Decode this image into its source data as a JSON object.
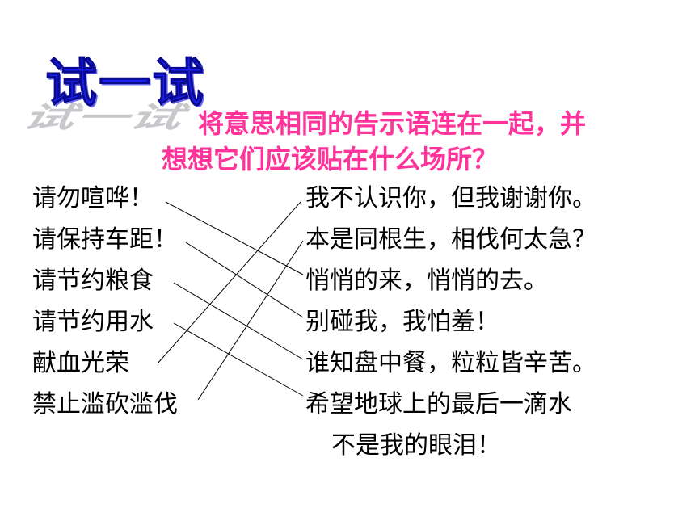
{
  "title": "试一试",
  "instruction": {
    "line1": "将意思相同的告示语连在一起，并",
    "line2": "想想它们应该贴在什么场所？"
  },
  "left_items": [
    "请勿喧哗！",
    "请保持车距！",
    "请节约粮食",
    "请节约用水",
    "献血光荣",
    "禁止滥砍滥伐"
  ],
  "right_items": [
    "我不认识你，但我谢谢你。",
    "本是同根生，相伐何太急？",
    "悄悄的来，悄悄的去。",
    "别碰我，我怕羞！",
    "谁知盘中餐，粒粒皆辛苦。",
    "希望地球上的最后一滴水",
    "不是我的眼泪！"
  ],
  "colors": {
    "title": "#1a20f0",
    "instruction": "#ff3399",
    "text": "#000000"
  }
}
